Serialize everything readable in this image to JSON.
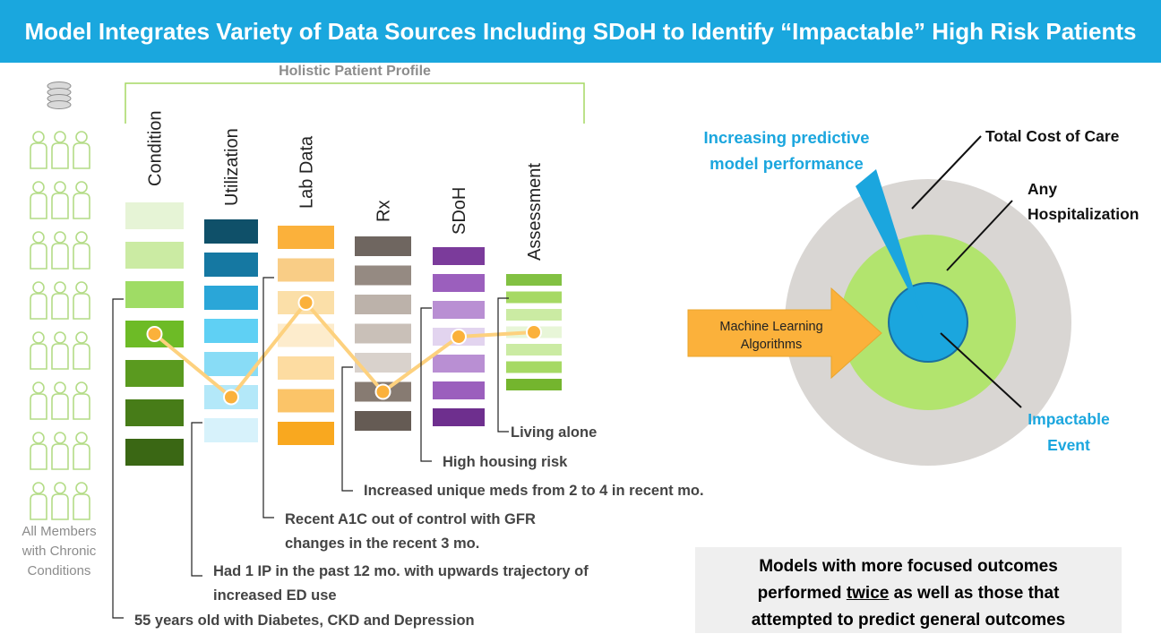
{
  "title": "Model Integrates Variety of Data Sources Including SDoH to Identify “Impactable” High Risk Patients",
  "profile_label": "Holistic Patient Profile",
  "members_label": [
    "All Members",
    "with Chronic",
    "Conditions"
  ],
  "columns": [
    {
      "name": "Condition",
      "colors": [
        "#e6f4d6",
        "#cbeba3",
        "#9fdc65",
        "#6dbb26",
        "#5a9a1f",
        "#477c18",
        "#3a6714"
      ],
      "highlight": 3,
      "detail": "55 years old with Diabetes, CKD and Depression"
    },
    {
      "name": "Utilization",
      "colors": [
        "#0f5069",
        "#1578a2",
        "#2aa6d8",
        "#5fd0f4",
        "#88dcf6",
        "#b3e8f9",
        "#d7f2fb"
      ],
      "highlight": 5,
      "detail": "Had 1 IP in the past 12 mo. with upwards trajectory of increased ED use"
    },
    {
      "name": "Lab Data",
      "colors": [
        "#fbb13b",
        "#f9cd86",
        "#fbdfa8",
        "#fdeccc",
        "#fddca1",
        "#fbc468",
        "#f9a81f"
      ],
      "highlight": 2,
      "detail": "Recent A1C out of control with GFR changes in the recent 3 mo."
    },
    {
      "name": "Rx",
      "colors": [
        "#6f6660",
        "#958a82",
        "#bcb2aa",
        "#c9c0b8",
        "#d9d2cc",
        "#877b72",
        "#655b54"
      ],
      "highlight": 5,
      "detail": "Increased unique meds from 2 to 4 in recent mo."
    },
    {
      "name": "SDoH",
      "colors": [
        "#7b3b9b",
        "#9b5fbd",
        "#b98fd3",
        "#e2d4ef",
        "#b98fd3",
        "#9b5fbd",
        "#6e2f8e"
      ],
      "highlight": 3,
      "detail": "High housing risk"
    },
    {
      "name": "Assessment",
      "colors": [
        "#82c142",
        "#a6d964",
        "#cbeba3",
        "#e8f6d8",
        "#cbeba3",
        "#a6d964",
        "#74b52e"
      ],
      "highlight": 3,
      "detail": "Living alone"
    }
  ],
  "rings": {
    "outer": "Total Cost of Care",
    "middle": [
      "Any",
      "Hospitalization"
    ],
    "inner": [
      "Impactable",
      "Event"
    ],
    "pointer": [
      "Increasing predictive",
      "model performance"
    ]
  },
  "arrow_label": [
    "Machine Learning",
    "Algorithms"
  ],
  "summary": {
    "line1": "Models with more focused outcomes",
    "line2_pre": "performed ",
    "line2_emph": "twice",
    "line2_post": " as well as those that",
    "line3": "attempted to predict general outcomes"
  },
  "colors": {
    "banner": "#1aa7de",
    "bracket": "#a6d964",
    "trend_line": "#fdd17e",
    "trend_dot": "#fbb13b",
    "person": "#b4dc87",
    "ring_outer": "#d9d6d3",
    "ring_middle": "#b2e46e",
    "ring_inner": "#1ba6de",
    "arrow": "#fbb13b"
  }
}
